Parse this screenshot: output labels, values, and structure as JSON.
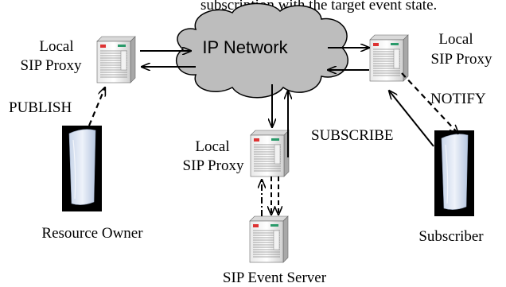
{
  "top_caption": "subscription with the target event state.",
  "cloud": {
    "label": "IP Network",
    "fill": "#bdbdbd"
  },
  "nodes": {
    "proxy_left": {
      "line1": "Local",
      "line2": "SIP Proxy"
    },
    "proxy_right": {
      "line1": "Local",
      "line2": "SIP Proxy"
    },
    "proxy_center": {
      "line1": "Local",
      "line2": "SIP Proxy"
    },
    "event_server": {
      "label": "SIP Event Server"
    },
    "resource_owner": {
      "label": "Resource Owner"
    },
    "subscriber": {
      "label": "Subscriber"
    }
  },
  "messages": {
    "publish": "PUBLISH",
    "notify": "NOTIFY",
    "subscribe": "SUBSCRIBE"
  },
  "icons": [
    "server-icon",
    "device-icon",
    "cloud-icon"
  ]
}
